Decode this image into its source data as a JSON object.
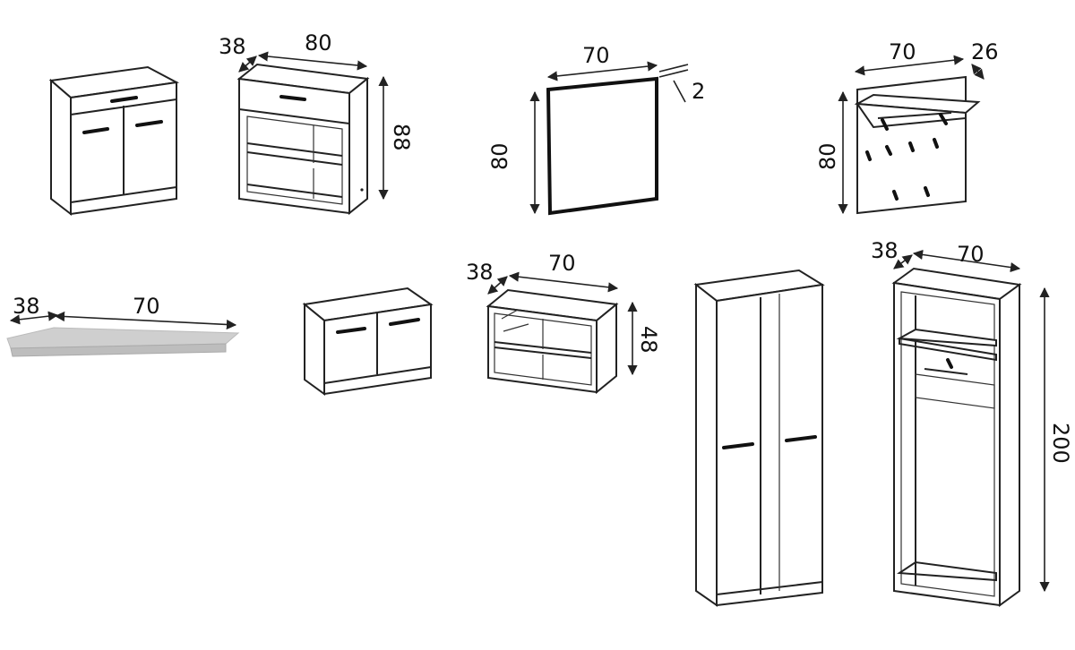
{
  "colors": {
    "line": "#222222",
    "background": "#ffffff",
    "cushion": "#c9c9c9"
  },
  "items": {
    "chest_drawer_doors": {
      "name": "chest-with-drawer-and-doors"
    },
    "chest_open": {
      "depth": "38",
      "width": "80",
      "height": "88"
    },
    "mirror": {
      "width": "70",
      "height": "80",
      "depth": "2"
    },
    "hanger_panel": {
      "width": "70",
      "height": "80",
      "depth": "26"
    },
    "cushion": {
      "depth": "38",
      "width": "70"
    },
    "bench_doors": {
      "name": "bench-with-doors"
    },
    "bench_open": {
      "depth": "38",
      "width": "70",
      "height": "48"
    },
    "wardrobe_doors": {
      "name": "wardrobe-with-doors"
    },
    "wardrobe_open": {
      "depth": "38",
      "width": "70",
      "height": "200"
    }
  }
}
